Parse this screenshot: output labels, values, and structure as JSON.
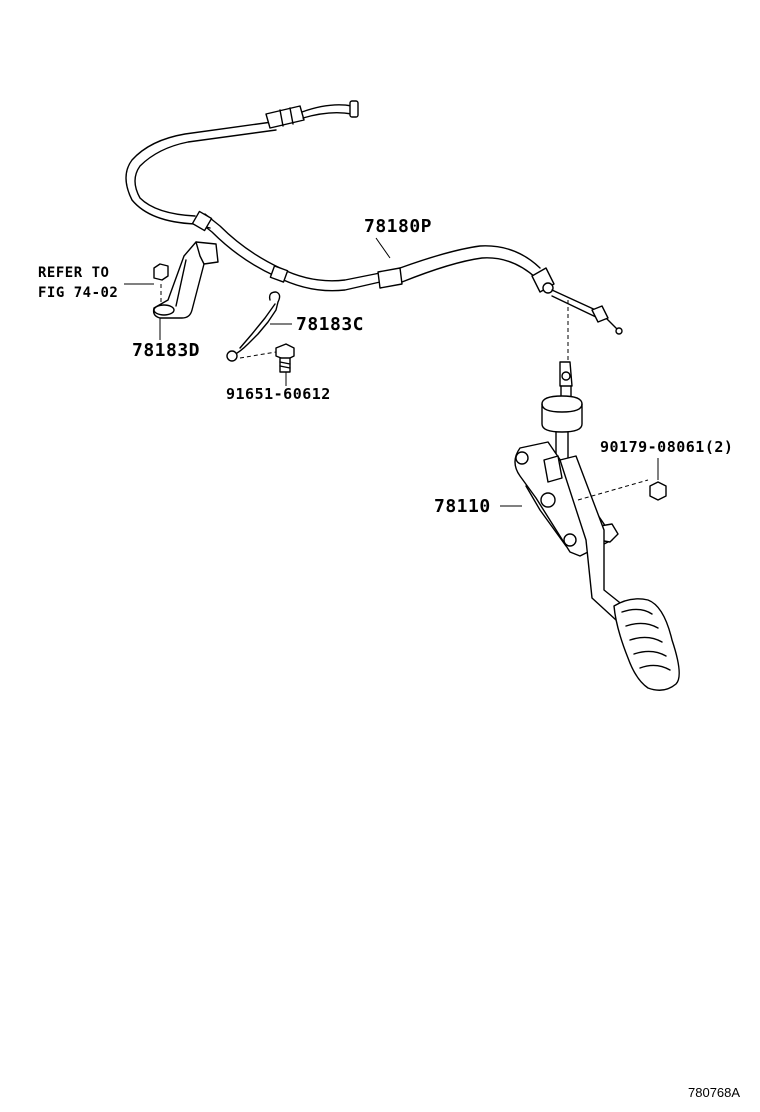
{
  "refer_note": {
    "line1": "REFER TO",
    "line2": "FIG 74-02"
  },
  "parts": {
    "accel_cable": "78180P",
    "cable_bracket_d": "78183D",
    "cable_clamp_c": "78183C",
    "bolt": "91651-60612",
    "pedal_assembly": "78110",
    "nut": "90179-08061(2)"
  },
  "figure_code": "780768A"
}
